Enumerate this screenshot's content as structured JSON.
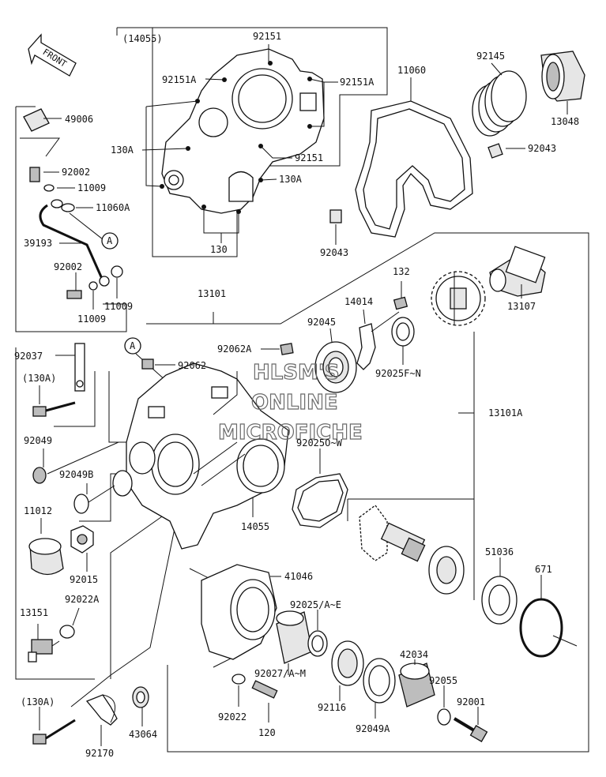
{
  "front_arrow": {
    "label": "FRONT"
  },
  "watermark": {
    "line1": "HLSM'S",
    "line2": "ONLINE",
    "line3": "MICROFICHE"
  },
  "labels": {
    "p14055_ref": "(14055)",
    "p92151_top": "92151",
    "p92151A_left": "92151A",
    "p92151A_right": "92151A",
    "p130A_1": "130A",
    "p92151_mid": "92151",
    "p130A_2": "130A",
    "p130": "130",
    "p11060": "11060",
    "p92145": "92145",
    "p13048": "13048",
    "p92043_r": "92043",
    "p92043_l": "92043",
    "p49006": "49006",
    "p92002_a": "92002",
    "p11009_a": "11009",
    "p11060A": "11060A",
    "p39193": "39193",
    "pA_1": "A",
    "p92002_b": "92002",
    "p11009_b": "11009",
    "p11009_c": "11009",
    "p13101": "13101",
    "p132": "132",
    "p13107": "13107",
    "p14014": "14014",
    "p92045": "92045",
    "p92062A": "92062A",
    "pA_2": "A",
    "p92062": "92062",
    "p92025FN": "92025F~N",
    "p92037": "92037",
    "p130A_3": "(130A)",
    "p13101A": "13101A",
    "p92049": "92049",
    "p92025OW": "92025O~W",
    "p92049B": "92049B",
    "p11012": "11012",
    "p14055": "14055",
    "p92015": "92015",
    "p51036": "51036",
    "p671": "671",
    "p41046": "41046",
    "p92022A": "92022A",
    "p13151": "13151",
    "p92025AE": "92025/A~E",
    "p42034": "42034",
    "p92027AM": "92027/A~M",
    "p92055": "92055",
    "p130A_4": "(130A)",
    "p92116": "92116",
    "p92001": "92001",
    "p92022": "92022",
    "p92049A": "92049A",
    "p43064": "43064",
    "p120": "120",
    "p92170": "92170"
  }
}
